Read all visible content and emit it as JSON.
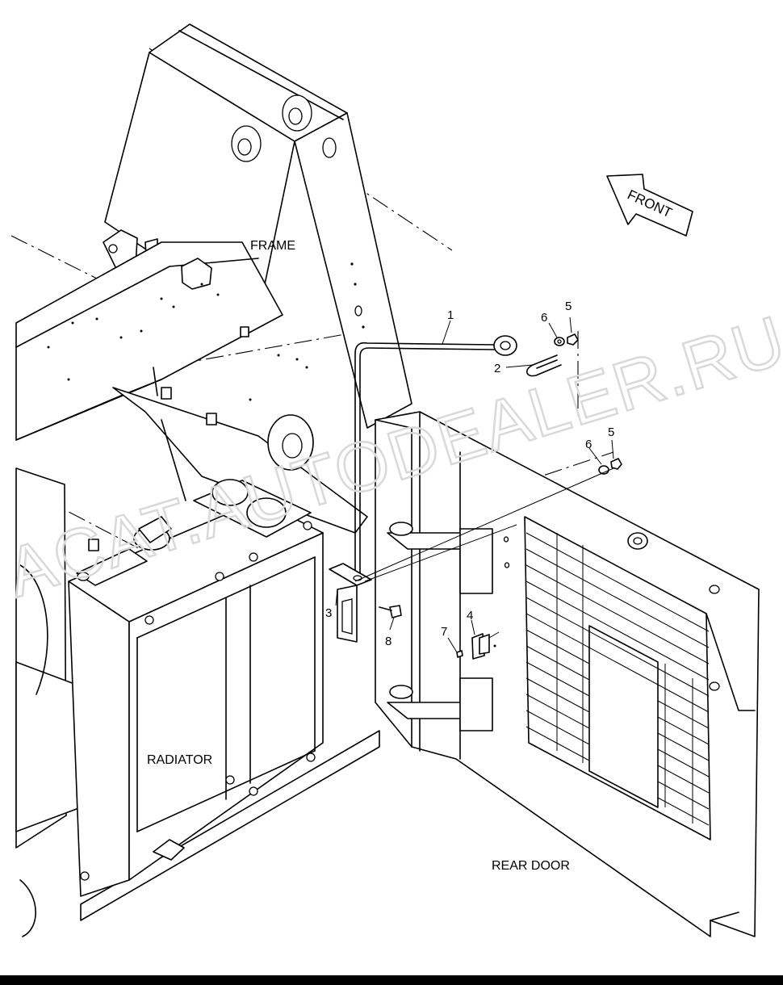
{
  "labels": {
    "frame": "FRAME",
    "radiator": "RADIATOR",
    "rear_door": "REAR DOOR",
    "front": "FRONT"
  },
  "watermark": "ACAT.AUTODEALER.RU",
  "callouts": [
    "1",
    "2",
    "3",
    "4",
    "5",
    "5",
    "6",
    "6",
    "7",
    "8"
  ],
  "colors": {
    "line": "#000000",
    "background": "#ffffff",
    "watermark": "#dddddd",
    "bottom_bar": "#000000"
  }
}
